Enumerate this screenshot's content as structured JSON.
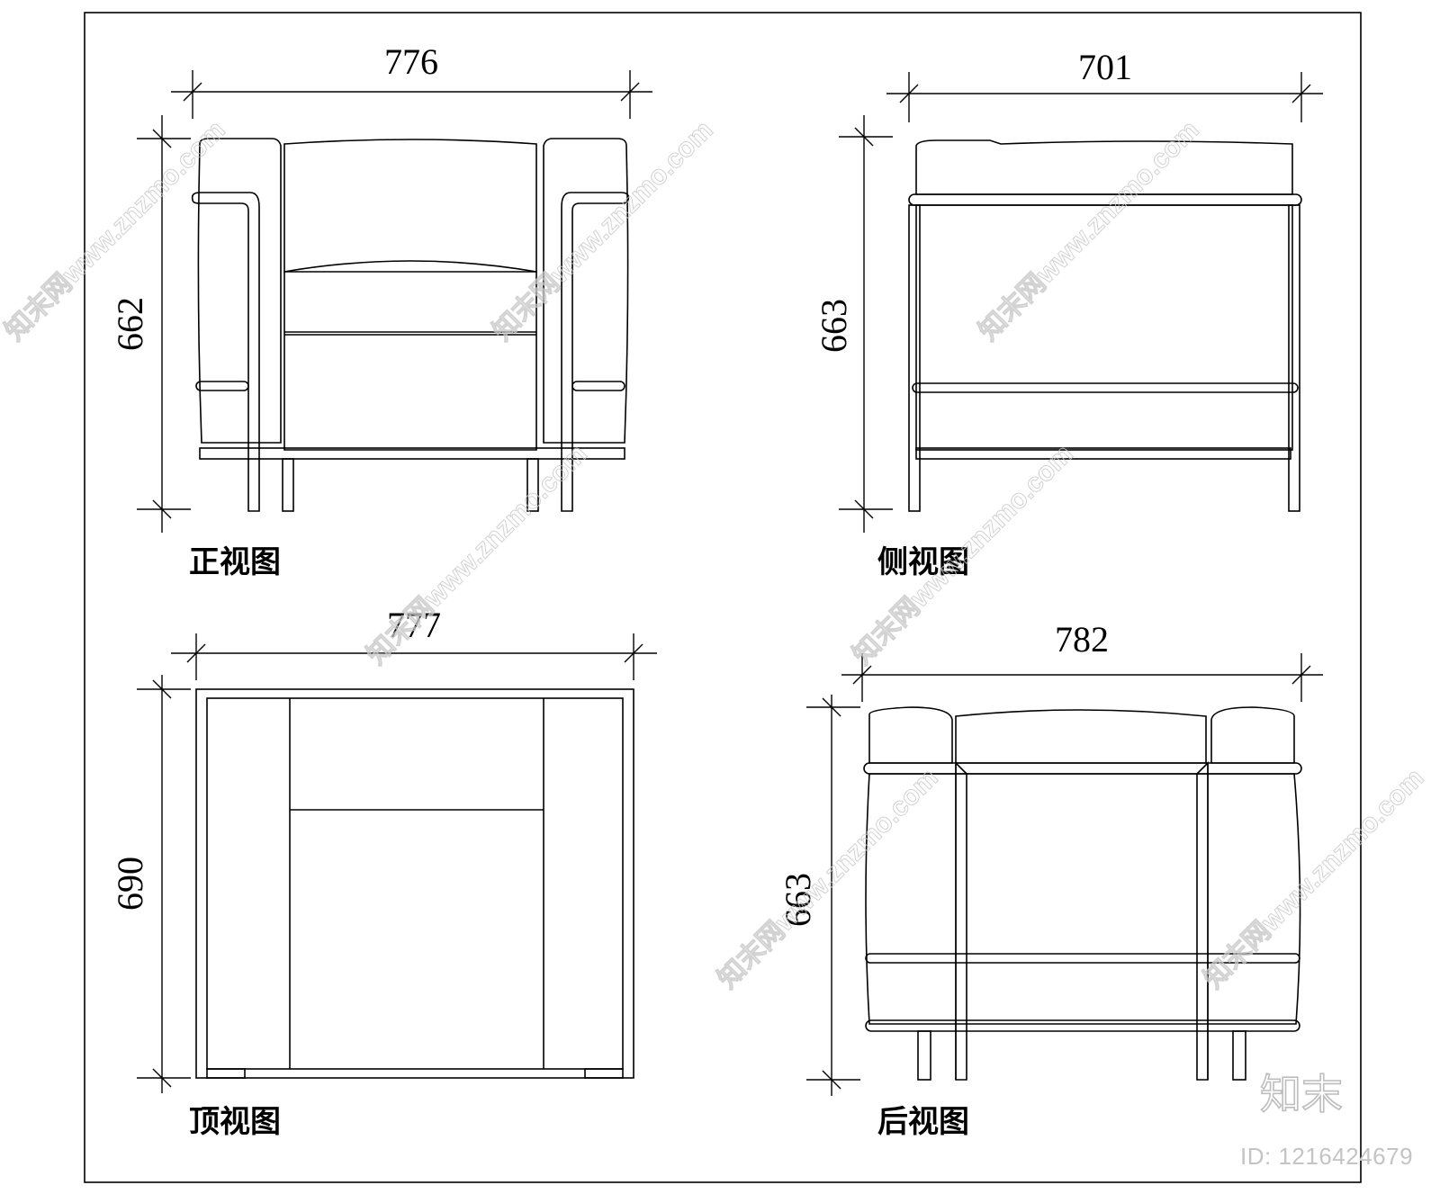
{
  "views": {
    "front": {
      "caption": "正视图",
      "width_dim": "776",
      "height_dim": "662"
    },
    "side": {
      "caption": "侧视图",
      "width_dim": "701",
      "height_dim": "663"
    },
    "top": {
      "caption": "顶视图",
      "width_dim": "777",
      "height_dim": "690"
    },
    "back": {
      "caption": "后视图",
      "width_dim": "782",
      "height_dim": "663"
    }
  },
  "watermark": {
    "site_text": "知末网www.znzmo.com",
    "logo_text": "知末",
    "id_text": "ID: 1216424679"
  }
}
